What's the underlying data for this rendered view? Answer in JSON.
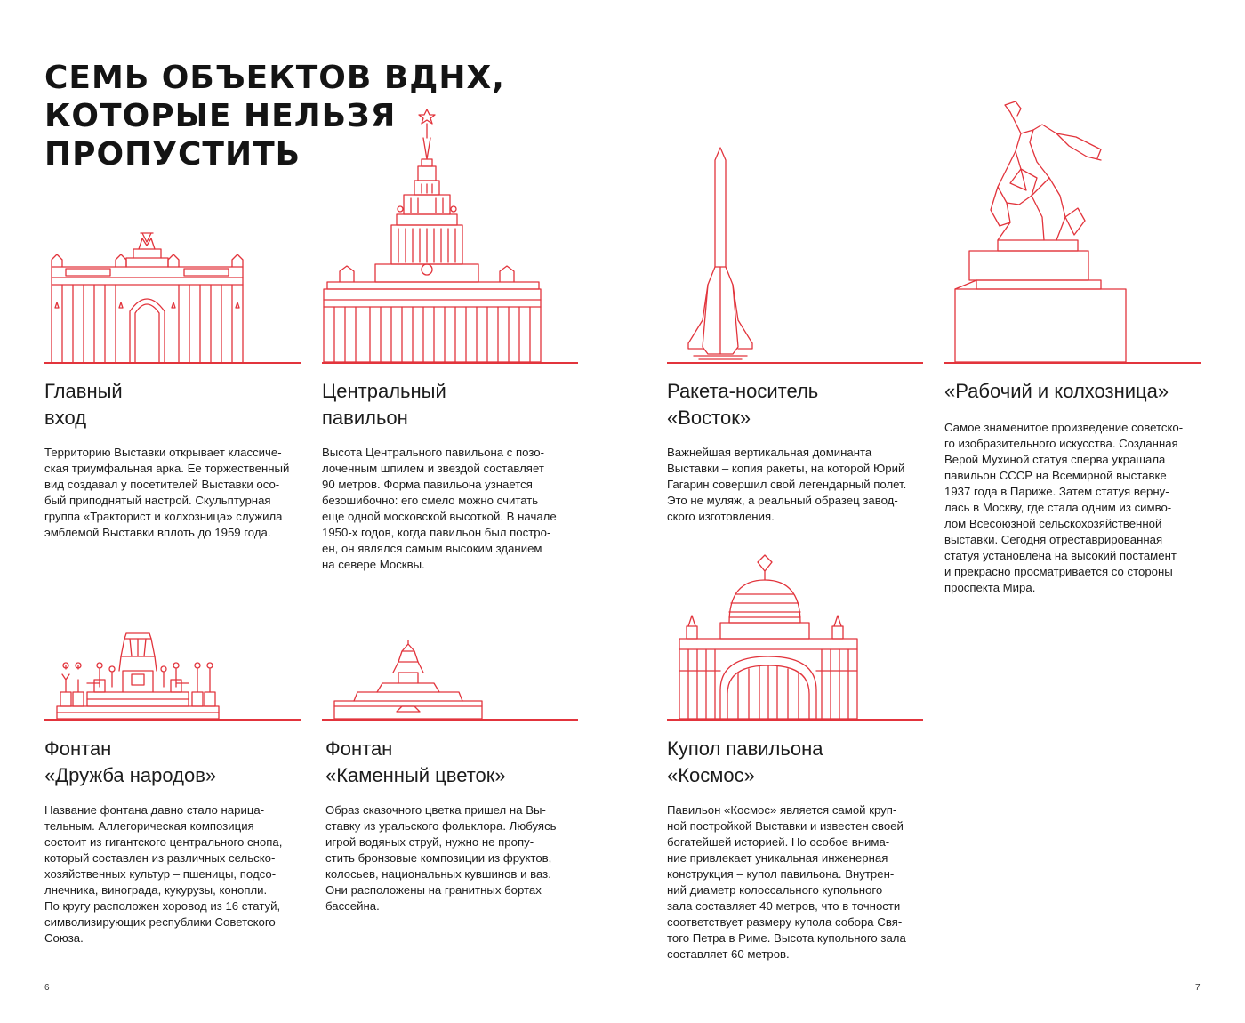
{
  "heading": {
    "lines": [
      "СЕМЬ ОБЪЕКТОВ ВДНХ,",
      "КОТОРЫЕ НЕЛЬЗЯ",
      "ПРОПУСТИТЬ"
    ]
  },
  "items": [
    {
      "title": [
        "Главный",
        "вход"
      ],
      "body": [
        "Территорию Выставки открывает классиче-",
        "ская триумфальная арка. Ее торжественный",
        "вид создавал у посетителей Выставки осо-",
        "бый приподнятый настрой. Скульптурная",
        "группа «Тракторист и колхозница» служила",
        "эмблемой Выставки вплоть до 1959 года."
      ],
      "icon": "triumphal-arch-icon"
    },
    {
      "title": [
        "Центральный",
        "павильон"
      ],
      "body": [
        "Высота Центрального павильона с позо-",
        "лоченным шпилем и звездой составляет",
        "90 метров. Форма павильона узнается",
        "безошибочно: его смело можно считать",
        "еще одной московской высоткой. В начале",
        "1950-х годов, когда павильон был постро-",
        "ен, он являлся самым высоким зданием",
        "на севере Москвы."
      ],
      "icon": "central-pavilion-icon"
    },
    {
      "title": [
        "Ракета-носитель",
        "«Восток»"
      ],
      "body": [
        "Важнейшая вертикальная доминанта",
        "Выставки – копия ракеты, на которой Юрий",
        "Гагарин совершил свой легендарный полет.",
        "Это не муляж, а реальный образец завод-",
        "ского изготовления."
      ],
      "icon": "rocket-icon"
    },
    {
      "title": [
        "«Рабочий и колхозница»"
      ],
      "body": [
        "Самое знаменитое произведение советско-",
        "го изобразительного искусства. Созданная",
        "Верой Мухиной статуя сперва украшала",
        "павильон СССР на Всемирной выставке",
        "1937 года в Париже. Затем статуя верну-",
        "лась в Москву, где стала одним из симво-",
        "лом Всесоюзной сельскохозяйственной",
        "выставки. Сегодня отреставрированная",
        "статуя установлена на высокий постамент",
        "и прекрасно просматривается со стороны",
        "проспекта Мира."
      ],
      "icon": "worker-and-kolkhoz-woman-icon"
    },
    {
      "title": [
        "Фонтан",
        "«Дружба народов»"
      ],
      "body": [
        "Название фонтана давно стало нарица-",
        "тельным. Аллегорическая композиция",
        "состоит из гигантского центрального снопа,",
        "который составлен из различных сельско-",
        "хозяйственных культур – пшеницы, подсо-",
        "лнечника, винограда, кукурузы, конопли.",
        "По кругу расположен хоровод из 16 статуй,",
        "символизирующих республики Советского",
        "Союза."
      ],
      "icon": "friendship-fountain-icon"
    },
    {
      "title": [
        "Фонтан",
        "«Каменный цветок»"
      ],
      "body": [
        "Образ сказочного цветка пришел на Вы-",
        "ставку из уральского фольклора. Любуясь",
        "игрой водяных струй, нужно не пропу-",
        "стить бронзовые композиции из фруктов,",
        "колосьев, национальных кувшинов и ваз.",
        "Они расположены на гранитных бортах",
        "бассейна."
      ],
      "icon": "stone-flower-fountain-icon"
    },
    {
      "title": [
        "Купол павильона",
        "«Космос»"
      ],
      "body": [
        "Павильон «Космос» является самой круп-",
        "ной постройкой Выставки и известен своей",
        "богатейшей историей. Но особое внима-",
        "ние привлекает уникальная инженерная",
        "конструкция – купол павильона. Внутрен-",
        "ний диаметр колоссального купольного",
        "зала составляет 40 метров, что в точности",
        "соответствует размеру купола собора Свя-",
        "того Петра в Риме. Высота купольного зала",
        "составляет 60 метров."
      ],
      "icon": "cosmos-dome-icon"
    }
  ],
  "pages": {
    "left": "6",
    "right": "7"
  },
  "accent_color": "#e2343c"
}
